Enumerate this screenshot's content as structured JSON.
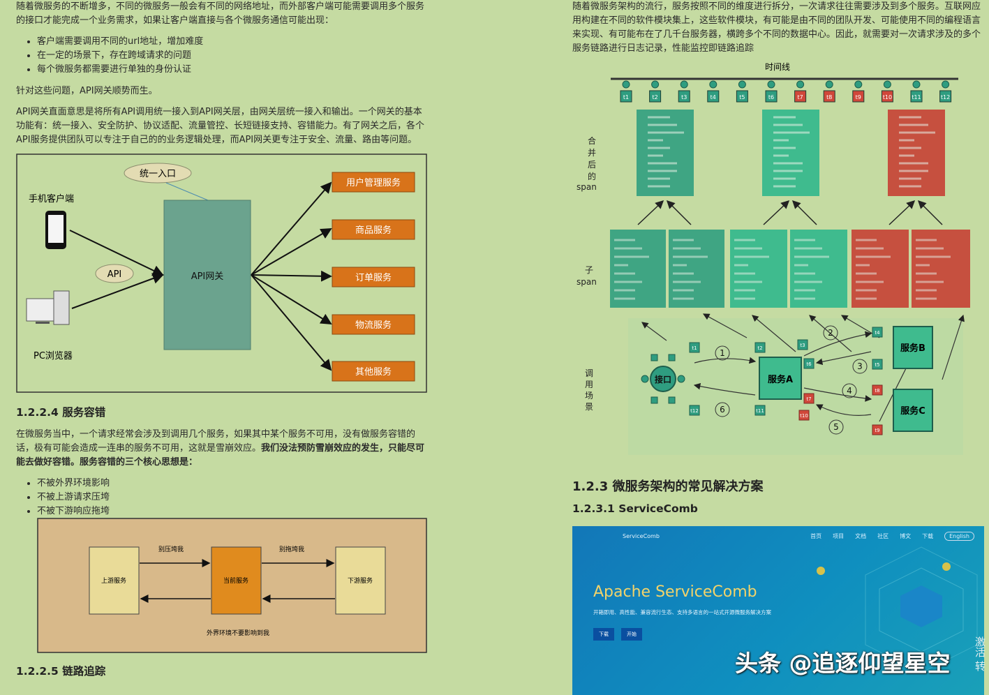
{
  "left": {
    "intro": [
      "随着微服务的不断增多，不同的微服务一般会有不同的网络地址，而外部客户端可能需要调用多个服务",
      "的接口才能完成一个业务需求，如果让客户端直接与各个微服务通信可能出现："
    ],
    "bullets1": [
      "客户端需要调用不同的url地址，增加难度",
      "在一定的场景下，存在跨域请求的问题",
      "每个微服务都需要进行单独的身份认证"
    ],
    "p2": "针对这些问题，API网关顺势而生。",
    "p3": [
      "API网关直面意思是将所有API调用统一接入到API网关层，由网关层统一接入和输出。一个网关的基本",
      "功能有：统一接入、安全防护、协议适配、流量管控、长短链接支持、容错能力。有了网关之后，各个",
      "API服务提供团队可以专注于自己的的业务逻辑处理，而API网关更专注于安全、流量、路由等问题。"
    ],
    "gateway_fig": {
      "entry": "统一入口",
      "mobile": "手机客户端",
      "pc": "PC浏览器",
      "api": "API",
      "gateway": "API网关",
      "services": [
        "用户管理服务",
        "商品服务",
        "订单服务",
        "物流服务",
        "其他服务"
      ]
    },
    "h_fault": "1.2.2.4 服务容错",
    "p4": [
      "在微服务当中，一个请求经常会涉及到调用几个服务，如果其中某个服务不可用，没有做服务容错的",
      "话，极有可能会造成一连串的服务不可用，这就是雪崩效应。"
    ],
    "p4_bold": [
      "我们没法预防雪崩效应的发生，只能尽可",
      "能去做好容错。服务容错的三个核心思想是："
    ],
    "bullets2": [
      "不被外界环境影响",
      "不被上游请求压垮",
      "不被下游响应拖垮"
    ],
    "fault_fig": {
      "up": "上游服务",
      "cur": "当前服务",
      "down": "下游服务",
      "label1": "别压垮我",
      "label2": "别拖垮我",
      "label3": "外界环境不要影响到我"
    },
    "h_trace": "1.2.2.5 链路追踪"
  },
  "right": {
    "intro": [
      "随着微服务架构的流行，服务按照不同的维度进行拆分，一次请求往往需要涉及到多个服务。互联网应",
      "用构建在不同的软件模块集上，这些软件模块，有可能是由不同的团队开发、可能使用不同的编程语言",
      "来实现、有可能布在了几千台服务器，横跨多个不同的数据中心。因此，就需要对一次请求涉及的多个",
      "服务链路进行日志记录，性能监控即链路追踪"
    ],
    "trace_fig": {
      "timeline": "时间线",
      "ticks": [
        "t1",
        "t2",
        "t3",
        "t4",
        "t5",
        "t6",
        "t7",
        "t8",
        "t9",
        "t10",
        "t11",
        "t12"
      ],
      "merged_label": [
        "合",
        "并",
        "后",
        "的",
        "span"
      ],
      "child_label": [
        "子",
        "span"
      ],
      "scene_label": [
        "调",
        "用",
        "场",
        "景"
      ],
      "gateway": "接口",
      "svcA": "服务A",
      "svcB": "服务B",
      "svcC": "服务C",
      "steps": [
        "1",
        "2",
        "3",
        "4",
        "5",
        "6"
      ]
    },
    "h_common": "1.2.3 微服务架构的常见解决方案",
    "h_sc": "1.2.3.1 ServiceComb",
    "sc": {
      "logo": "ServiceComb",
      "nav": [
        "首页",
        "项目",
        "文档",
        "社区",
        "博文",
        "下载"
      ],
      "lang": "English",
      "title": "Apache ServiceComb",
      "sub": "开箱即用、高性能、兼容流行生态、支持多语言的一站式开源微服务解决方案",
      "btn1": "下载",
      "btn2": "开始"
    }
  },
  "watermark": "头条 @追逐仰望星空",
  "watermark2": "激活 转"
}
